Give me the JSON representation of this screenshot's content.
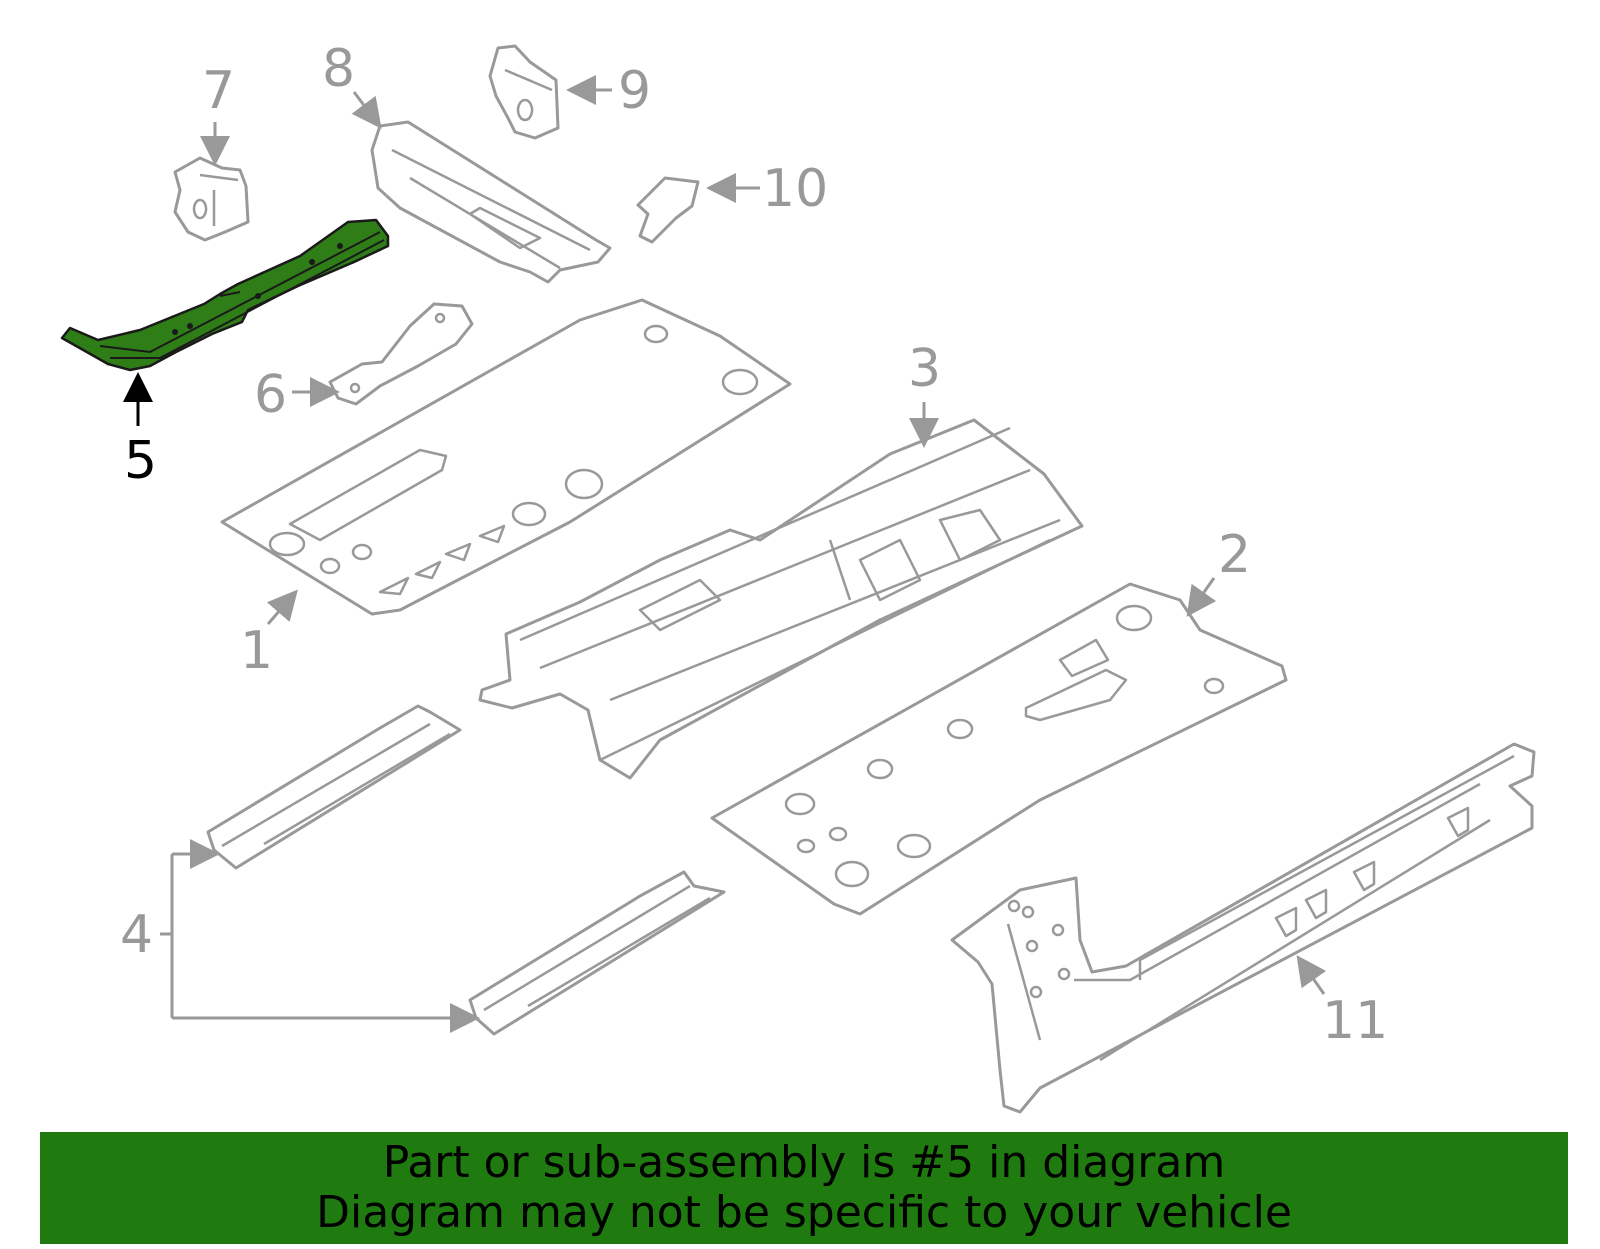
{
  "diagram": {
    "highlighted_part": "5",
    "highlight_color": "#2e7d16",
    "line_color": "#999999",
    "callouts": {
      "c1": "1",
      "c2": "2",
      "c3": "3",
      "c4": "4",
      "c5": "5",
      "c6": "6",
      "c7": "7",
      "c8": "8",
      "c9": "9",
      "c10": "10",
      "c11": "11"
    }
  },
  "banner": {
    "line1": "Part or sub-assembly is #5 in diagram",
    "line2": "Diagram may not be specific to your vehicle",
    "background": "#1f7a0f"
  }
}
